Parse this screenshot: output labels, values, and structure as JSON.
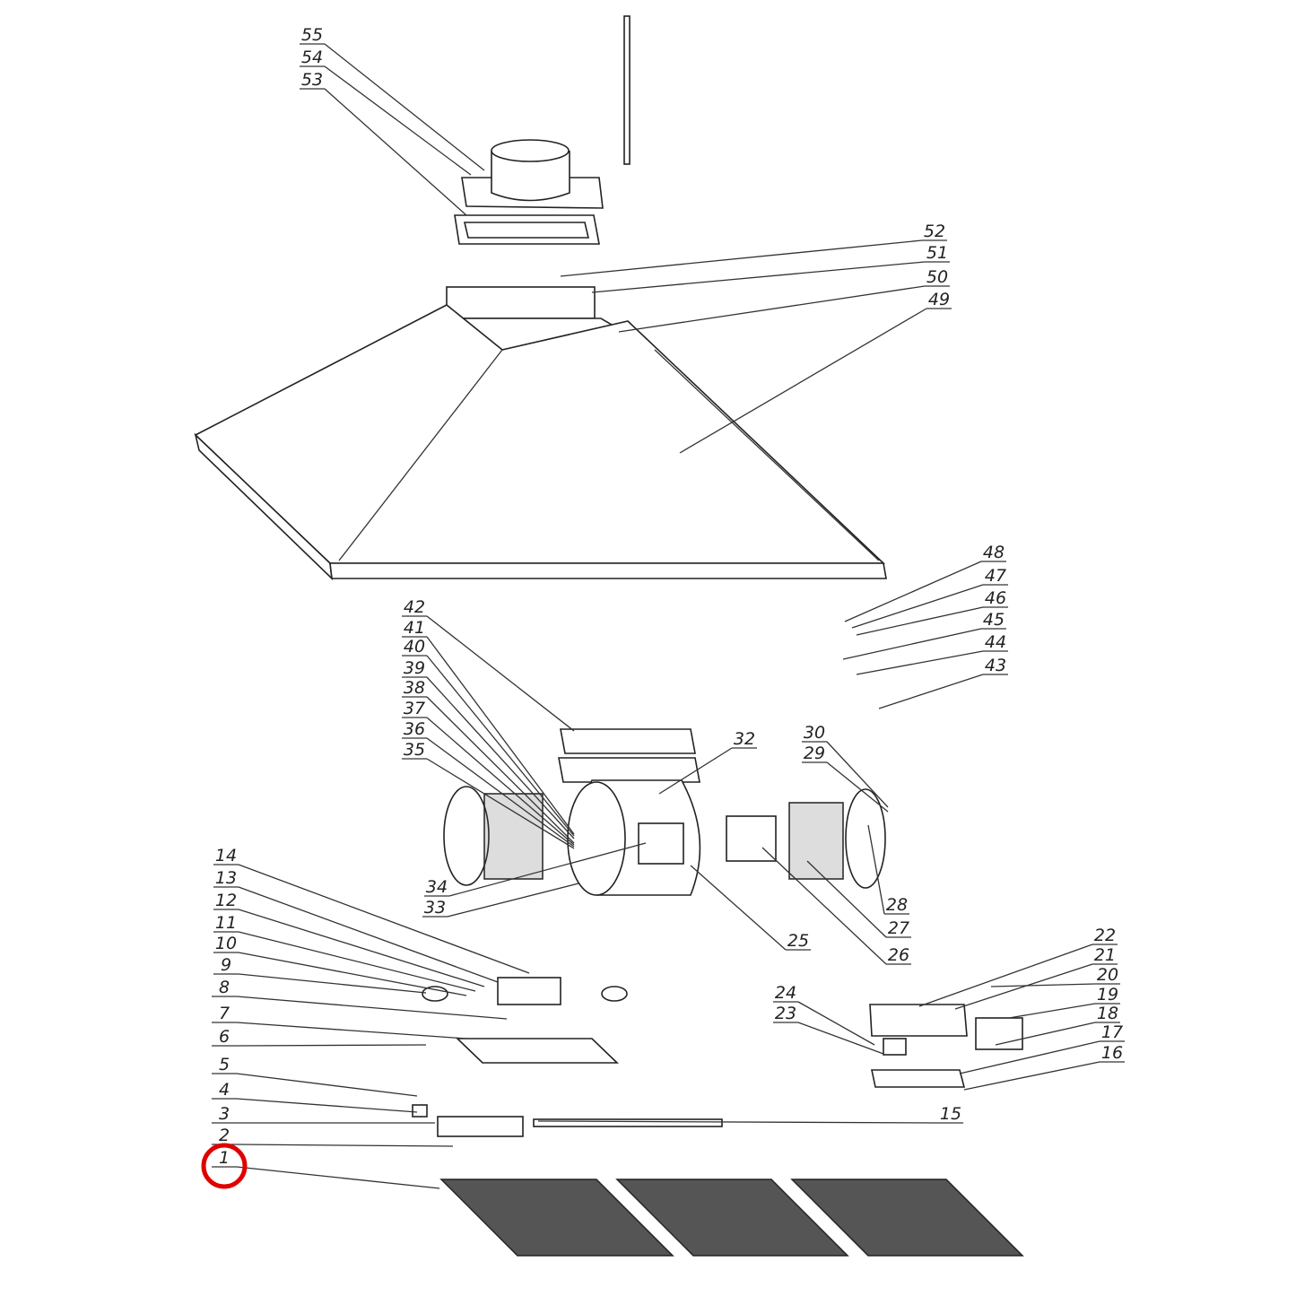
{
  "diagram": {
    "type": "exploded parts diagram",
    "part_labels": [
      "1",
      "2",
      "3",
      "4",
      "5",
      "6",
      "7",
      "8",
      "9",
      "10",
      "11",
      "12",
      "13",
      "14",
      "15",
      "16",
      "17",
      "18",
      "19",
      "20",
      "21",
      "22",
      "23",
      "24",
      "25",
      "26",
      "27",
      "28",
      "29",
      "30",
      "32",
      "33",
      "34",
      "35",
      "36",
      "37",
      "38",
      "39",
      "40",
      "41",
      "42",
      "43",
      "44",
      "45",
      "46",
      "47",
      "48",
      "49",
      "50",
      "51",
      "52",
      "53",
      "54",
      "55"
    ],
    "highlighted_label": "1",
    "highlight_color": "#e00000",
    "line_color": "#333333"
  }
}
